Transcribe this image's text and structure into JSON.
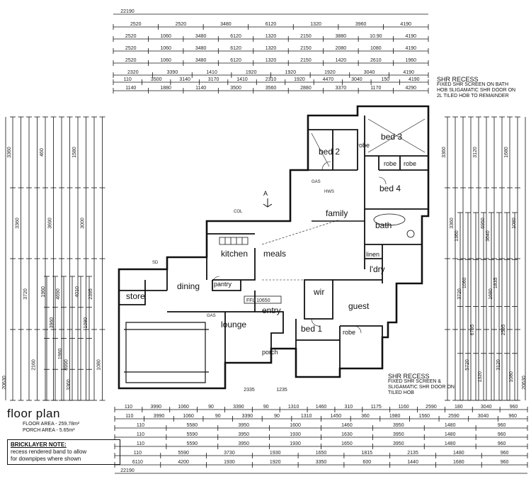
{
  "top_dims": {
    "total": "22190",
    "rows": [
      [
        "2520",
        "2520",
        "3480",
        "6120",
        "1320",
        "3960",
        "4190"
      ],
      [
        "2520",
        "1060",
        "3480",
        "6120",
        "1320",
        "2150",
        "3880",
        "10.90",
        "4190"
      ],
      [
        "2520",
        "1060",
        "3480",
        "6120",
        "1320",
        "2150",
        "2080",
        "1080",
        "4190"
      ],
      [
        "2520",
        "1060",
        "3480",
        "6120",
        "1320",
        "2150",
        "1420",
        "2610",
        "1960"
      ]
    ],
    "row5": [
      "2320",
      "3390",
      "1410",
      "1920",
      "1920",
      "1920",
      "3040",
      "4190"
    ],
    "row6": [
      "110",
      "3500",
      "3140",
      "3170",
      "1410",
      "2310",
      "1920",
      "4470",
      "3040",
      "150",
      "4190"
    ],
    "row7": [
      "1140",
      "1880",
      "1140",
      "3500",
      "3560",
      "2880",
      "3370",
      "1170",
      "4290"
    ]
  },
  "bottom_dims": {
    "total": "22190",
    "rows": [
      [
        "110",
        "3990",
        "1060",
        "90",
        "3390",
        "90",
        "1310",
        "1460",
        "310",
        "1175",
        "1160",
        "2590",
        "180",
        "3040",
        "960"
      ],
      [
        "110",
        "3990",
        "1060",
        "90",
        "3390",
        "90",
        "1310",
        "1450",
        "360",
        "1980",
        "1560",
        "2590",
        "3040",
        "960"
      ],
      [
        "110",
        "5580",
        "3950",
        "1600",
        "1460",
        "3950",
        "1480",
        "960"
      ],
      [
        "110",
        "5590",
        "3950",
        "1930",
        "1630",
        "3950",
        "1480",
        "960"
      ],
      [
        "110",
        "5590",
        "3950",
        "1930",
        "1650",
        "3950",
        "1480",
        "960"
      ],
      [
        "110",
        "5590",
        "3730",
        "1930",
        "1650",
        "1815",
        "2135",
        "1480",
        "960"
      ],
      [
        "6110",
        "4200",
        "1930",
        "1920",
        "3350",
        "600",
        "1440",
        "1680",
        "960"
      ]
    ],
    "mid": [
      "2335",
      "1235"
    ]
  },
  "left_dims": {
    "total": "20630",
    "cols": [
      "3360",
      "3360",
      "3720",
      "2160",
      "460",
      "3690",
      "4690",
      "8990",
      "1580",
      "3000",
      "2395",
      "1080"
    ],
    "sub": [
      "1960",
      "3960",
      "1960",
      "3360",
      "4010",
      "1080"
    ]
  },
  "right_dims": {
    "total": "20630",
    "cols": [
      "3360",
      "3360",
      "3720",
      "5720",
      "3120",
      "6950",
      "1680",
      "3120",
      "1680",
      "1080"
    ],
    "sub": [
      "1360",
      "1060",
      "6795",
      "1320",
      "3640",
      "1835",
      "2595",
      "1080"
    ]
  },
  "rooms": {
    "bed2": "bed 2",
    "bed3": "bed 3",
    "bed4": "bed 4",
    "robe1": "robe",
    "robe2": "robe",
    "robe3": "robe",
    "robe4": "robe",
    "family": "family",
    "bath": "bath",
    "kitchen": "kitchen",
    "meals": "meals",
    "linen": "linen",
    "pantry": "pantry",
    "laundry": "l'dry",
    "store": "store",
    "dining": "dining",
    "wir": "wir",
    "guest": "guest",
    "entry": "entry",
    "lounge": "lounge",
    "bed1": "bed 1",
    "porch": "porch"
  },
  "labels": {
    "section_a": "A",
    "ffl": "FFL 10650",
    "gas": "GAS",
    "gas2": "GAS",
    "sd": "SD",
    "hot_water": "HWS",
    "col": "COL"
  },
  "shr_recess_top": {
    "title": "SHR RECESS",
    "lines": [
      "FIXED SHR SCREEN ON BATH",
      "HOB SLIGAMATIC SHR DOOR ON",
      "2L TILED HOB TO REMAINDER"
    ]
  },
  "shr_recess_bottom": {
    "title": "SHR RECESS",
    "lines": [
      "FIXED SHR SCREEN &",
      "SLIGAMATIC SHR DOOR ON",
      "TILED HOB"
    ]
  },
  "title_block": {
    "title": "floor plan",
    "floor_area": "FLOOR AREA - 259.78m²",
    "porch_area": "PORCH AREA - 5.65m²",
    "brick_title": "BRICKLAYER NOTE:",
    "brick_line1": "recess rendered band to allow",
    "brick_line2": "for downpipes where shown"
  }
}
